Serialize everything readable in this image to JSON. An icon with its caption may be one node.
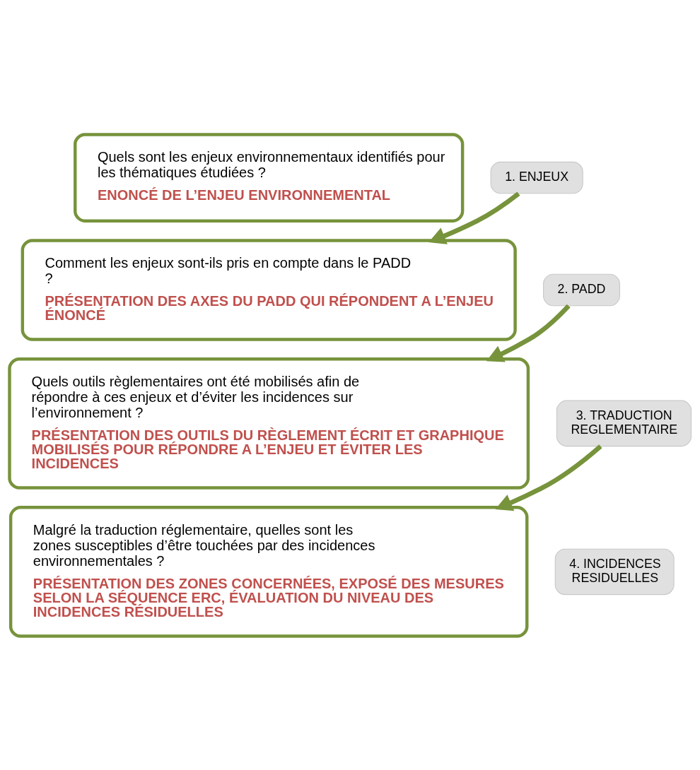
{
  "diagram": {
    "nodes": [
      {
        "text": [
          "Quels sont les enjeux environnementaux identifiés pour les thématiques étudiées ?",
          "ENONCÉ DE L’ENJEU ENVIRONNEMENTAL"
        ]
      },
      {
        "text": [
          "1. ENJEUX"
        ]
      },
      {
        "text": [
          "Comment les enjeux sont-ils pris en compte dans le PADD ?",
          "PRÉSENTATION DES AXES DU PADD QUI RÉPONDENT A L’ENJEU ÉNONCÉ"
        ]
      },
      {
        "text": [
          "2. PADD"
        ]
      },
      {
        "text": [
          "Quels outils règlementaires ont été mobilisés afin de répondre à ces enjeux et d’éviter les incidences sur l’environnement ?",
          "PRÉSENTATION DES OUTILS DU RÈGLEMENT ÉCRIT ET GRAPHIQUE MOBILISÉS POUR RÉPONDRE A L’ENJEU ET ÉVITER LES INCIDENCES"
        ]
      },
      {
        "text": [
          "3. TRADUCTION REGLEMENTAIRE"
        ]
      },
      {
        "text": [
          "Malgré la traduction réglementaire, quelles sont les zones susceptibles d’être touchées par des incidences environnementales ?",
          "PRÉSENTATION DES ZONES CONCERNÉES, EXPOSÉ DES MESURES SELON LA SÉQUENCE ERC, ÉVALUATION DU NIVEAU DES INCIDENCES RÉSIDUELLES"
        ]
      },
      {
        "text": [
          "4. INCIDENCES RESIDUELLES"
        ]
      }
    ],
    "edges": [
      {
        "from": 1,
        "to": 2,
        "arrow": "to"
      },
      {
        "from": 3,
        "to": 4,
        "arrow": "to"
      },
      {
        "from": 5,
        "to": 6,
        "arrow": "to"
      }
    ]
  }
}
